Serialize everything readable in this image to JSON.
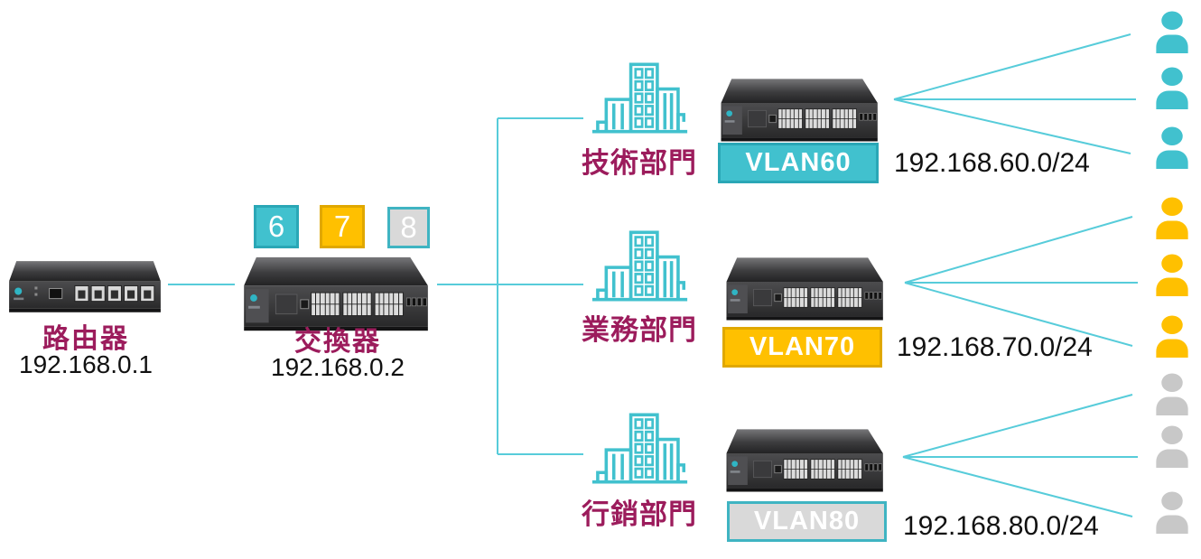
{
  "colors": {
    "teal": "#41C1CE",
    "line": "#57CCDA",
    "magenta": "#9C1C5C",
    "ink": "#111111",
    "yellow": "#FFC000",
    "gray": "#D9D9D9"
  },
  "router": {
    "label": "路由器",
    "ip": "192.168.0.1"
  },
  "core_switch": {
    "label": "交換器",
    "ip": "192.168.0.2",
    "port_tags": [
      {
        "label": "6",
        "fill": "#41C1CE",
        "border": "#2AA7B6"
      },
      {
        "label": "7",
        "fill": "#FFC000",
        "border": "#E0A800"
      },
      {
        "label": "8",
        "fill": "#D9D9D9",
        "border": "#3FB4C2"
      }
    ]
  },
  "departments": [
    {
      "name": "技術部門",
      "vlan": "VLAN60",
      "subnet": "192.168.60.0/24",
      "badge_fill": "#41C1CE",
      "badge_border": "#2AA7B6",
      "user_fill": "#41C1CE",
      "user_count": 3
    },
    {
      "name": "業務部門",
      "vlan": "VLAN70",
      "subnet": "192.168.70.0/24",
      "badge_fill": "#FFC000",
      "badge_border": "#E0A800",
      "user_fill": "#FFC000",
      "user_count": 3
    },
    {
      "name": "行銷部門",
      "vlan": "VLAN80",
      "subnet": "192.168.80.0/24",
      "badge_fill": "#D9D9D9",
      "badge_border": "#3FB4C2",
      "user_fill": "#C8C8C8",
      "user_count": 3
    }
  ]
}
